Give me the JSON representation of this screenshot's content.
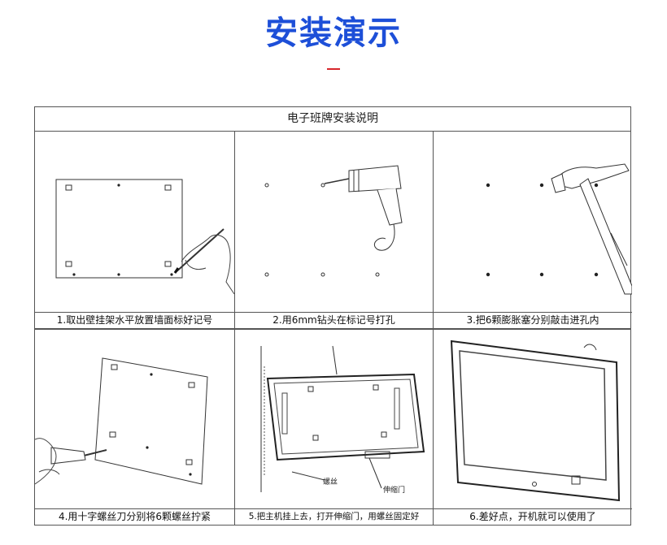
{
  "page": {
    "title": "安装演示",
    "title_color": "#1d4fd8",
    "accent_color": "#d7262b"
  },
  "sheet": {
    "header": "电子班牌安装说明",
    "steps": [
      {
        "caption": "1.取出壁挂架水平放置墙面标好记号",
        "illustration": "wall-bracket-marking"
      },
      {
        "caption": "2.用6mm钻头在标记号打孔",
        "illustration": "drill"
      },
      {
        "caption": "3.把6颗膨胀塞分别敲击进孔内",
        "illustration": "hammer"
      },
      {
        "caption": "4.用十字螺丝刀分别将6颗螺丝拧紧",
        "illustration": "screwdriver"
      },
      {
        "caption": "5.把主机挂上去，打开伸缩门，用螺丝固定好",
        "illustration": "mount-device",
        "labels": {
          "screw": "螺丝",
          "door": "伸缩门"
        }
      },
      {
        "caption": "6.差好点，开机就可以使用了",
        "illustration": "finished-device"
      }
    ]
  }
}
